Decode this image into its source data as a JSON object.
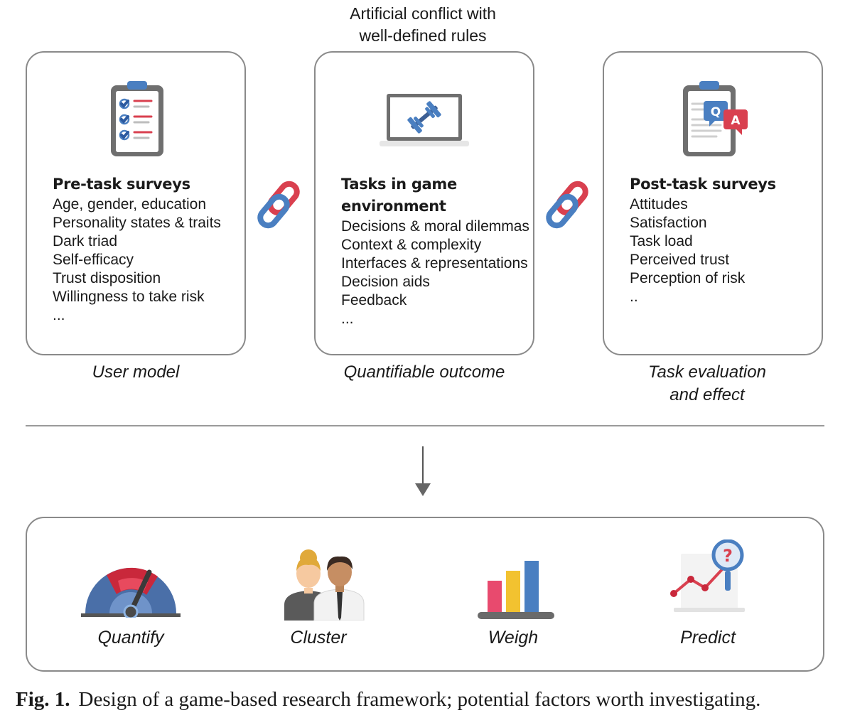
{
  "top_caption": "Artificial conflict with\nwell-defined rules",
  "panels": [
    {
      "title": "Pre-task surveys",
      "items": [
        "Age, gender, education",
        "Personality states & traits",
        "Dark triad",
        "Self-efficacy",
        "Trust disposition",
        "Willingness to take risk",
        "..."
      ],
      "caption": "User model",
      "icon": "clipboard-checklist-icon"
    },
    {
      "title": "Tasks in game\nenvironment",
      "items": [
        "Decisions & moral dilemmas",
        "Context & complexity",
        "Interfaces & representations",
        "Decision aids",
        "Feedback",
        "..."
      ],
      "caption": "Quantifiable outcome",
      "icon": "laptop-dumbbell-icon"
    },
    {
      "title": "Post-task surveys",
      "items": [
        "Attitudes",
        "Satisfaction",
        "Task load",
        "Perceived trust",
        "Perception of risk",
        ".."
      ],
      "caption": "Task evaluation\nand effect",
      "icon": "clipboard-qa-icon"
    }
  ],
  "link_icon": "chain-link-icon",
  "arrow_icon": "down-arrow-icon",
  "bottom_items": [
    {
      "label": "Quantify",
      "icon": "gauge-icon"
    },
    {
      "label": "Cluster",
      "icon": "people-icon"
    },
    {
      "label": "Weigh",
      "icon": "bar-chart-icon"
    },
    {
      "label": "Predict",
      "icon": "magnifier-trend-icon"
    }
  ],
  "figure_caption": {
    "label": "Fig. 1.",
    "text": "Design of a game-based research framework; potential factors worth investigating."
  },
  "colors": {
    "blue": "#4a7fc1",
    "red": "#d9404f",
    "gray": "#6f6f6f",
    "yellow": "#f2c230",
    "pink": "#e84a6e"
  }
}
